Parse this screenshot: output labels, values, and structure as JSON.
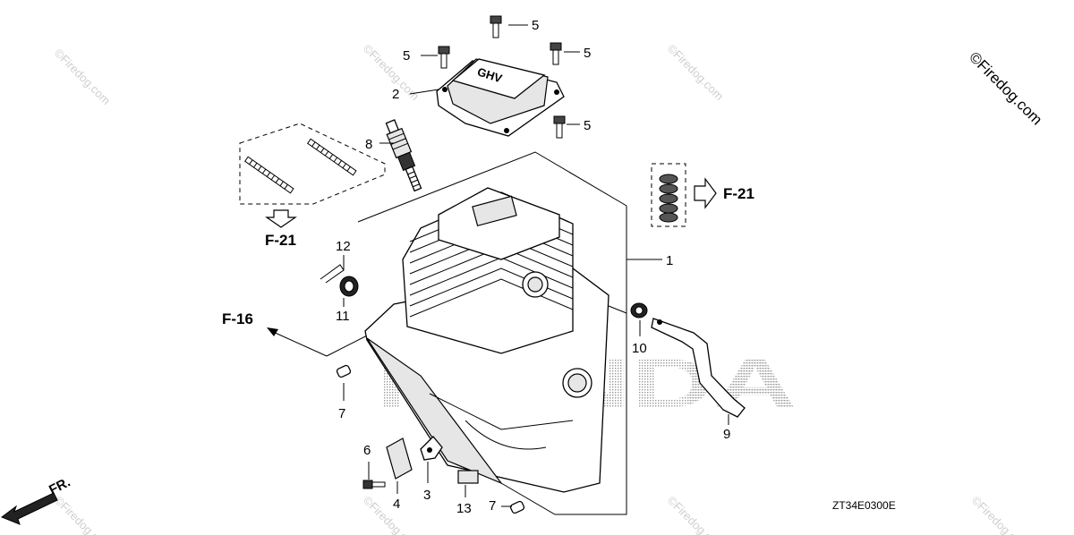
{
  "diagram_code": "ZT34E0300E",
  "watermark": "©Firedog.com",
  "brand_watermark": "HONDA",
  "front_indicator": "FR.",
  "references": [
    "F-21",
    "F-21",
    "F-16"
  ],
  "callouts": [
    "1",
    "2",
    "3",
    "4",
    "5",
    "5",
    "5",
    "5",
    "6",
    "7",
    "7",
    "8",
    "9",
    "10",
    "11",
    "12",
    "13"
  ]
}
